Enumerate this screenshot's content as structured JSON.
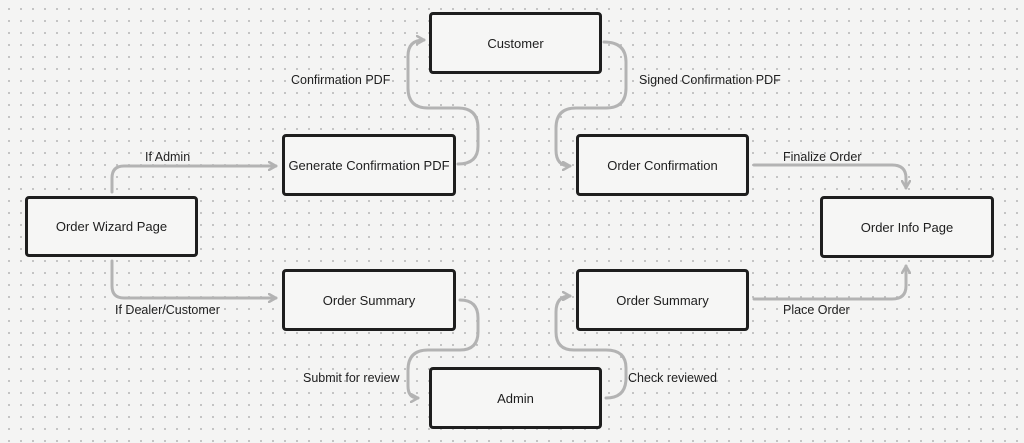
{
  "nodes": {
    "order_wizard": "Order Wizard Page",
    "generate_pdf": "Generate Confirmation PDF",
    "customer": "Customer",
    "order_confirmation": "Order Confirmation",
    "order_info": "Order Info Page",
    "order_summary_left": "Order Summary",
    "admin": "Admin",
    "order_summary_right": "Order Summary"
  },
  "edges": {
    "if_admin": "If Admin",
    "if_dealer_customer": "If Dealer/Customer",
    "confirmation_pdf": "Confirmation PDF",
    "signed_confirmation_pdf": "Signed Confirmation PDF",
    "finalize_order": "Finalize Order",
    "submit_for_review": "Submit for review",
    "check_reviewed": "Check reviewed",
    "place_order": "Place Order"
  },
  "colors": {
    "node_border": "#1e1e1e",
    "connector": "#b3b3b3",
    "background": "#f4f4f3"
  }
}
